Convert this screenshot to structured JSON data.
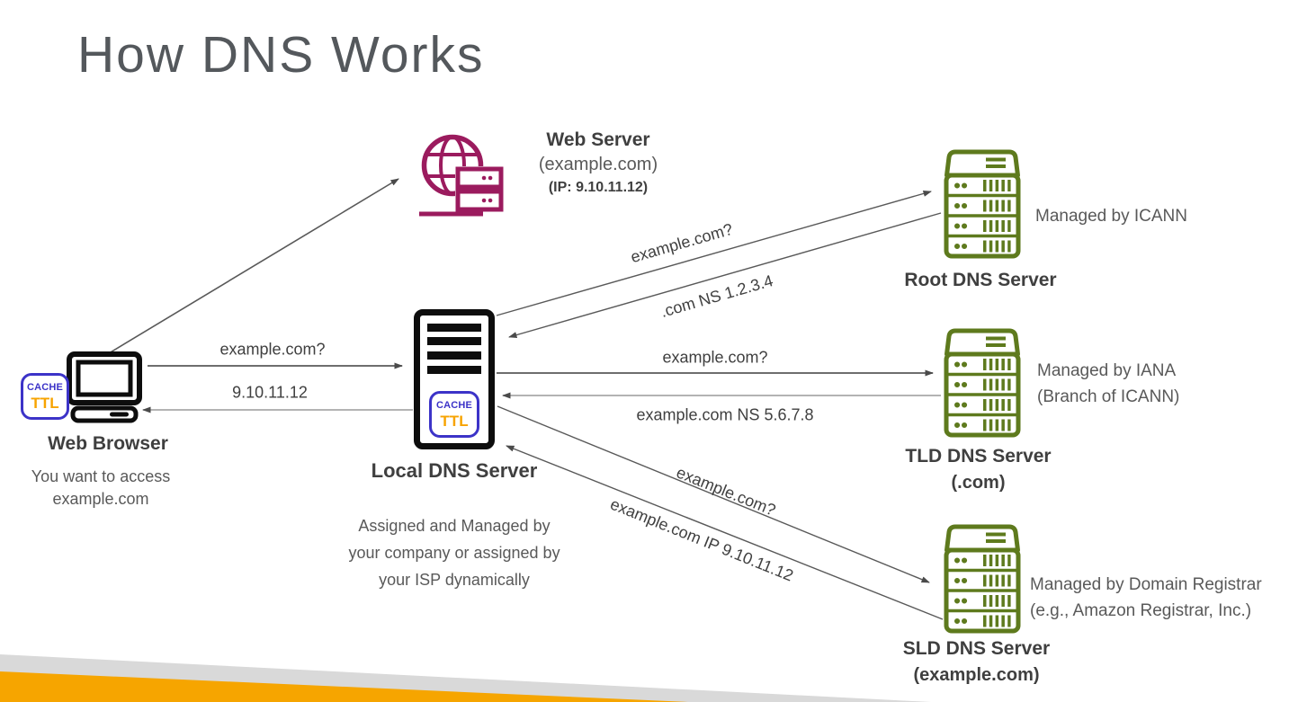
{
  "title": "How DNS Works",
  "nodes": {
    "web_server": {
      "title": "Web Server",
      "subtitle": "(example.com)",
      "ip": "(IP: 9.10.11.12)"
    },
    "web_browser": {
      "title": "Web Browser",
      "description": "You want to access\nexample.com",
      "cache": "CACHE",
      "ttl": "TTL"
    },
    "local_dns": {
      "title": "Local DNS Server",
      "description": "Assigned and Managed by\nyour company or assigned by\nyour ISP dynamically",
      "cache": "CACHE",
      "ttl": "TTL"
    },
    "root_dns": {
      "title": "Root DNS Server",
      "managed_by": "Managed by ICANN"
    },
    "tld_dns": {
      "title": "TLD DNS Server",
      "subtitle": "(.com)",
      "managed_by": "Managed by IANA\n(Branch of ICANN)"
    },
    "sld_dns": {
      "title": "SLD DNS Server",
      "subtitle": "(example.com)",
      "managed_by": "Managed by Domain Registrar\n(e.g., Amazon Registrar, Inc.)"
    }
  },
  "arrows": {
    "browser_to_local": "example.com?",
    "local_to_browser": "9.10.11.12",
    "local_to_root": "example.com?",
    "root_to_local": ".com NS 1.2.3.4",
    "local_to_tld": "example.com?",
    "tld_to_local": "example.com NS 5.6.7.8",
    "local_to_sld": "example.com?",
    "sld_to_local": "example.com IP 9.10.11.12"
  },
  "icons": {
    "web_server": "globe-server-icon",
    "web_browser": "desktop-computer-icon",
    "local_dns": "server-tower-icon",
    "dns_servers": "rack-server-icon"
  },
  "colors": {
    "accent_magenta": "#9B1B5E",
    "accent_green": "#5E7A1D",
    "badge_blue": "#3C33C8",
    "badge_orange": "#F7A300",
    "stripe_orange": "#F6A500",
    "stripe_gray": "#D9D9D9",
    "arrow_gray": "#595959"
  }
}
